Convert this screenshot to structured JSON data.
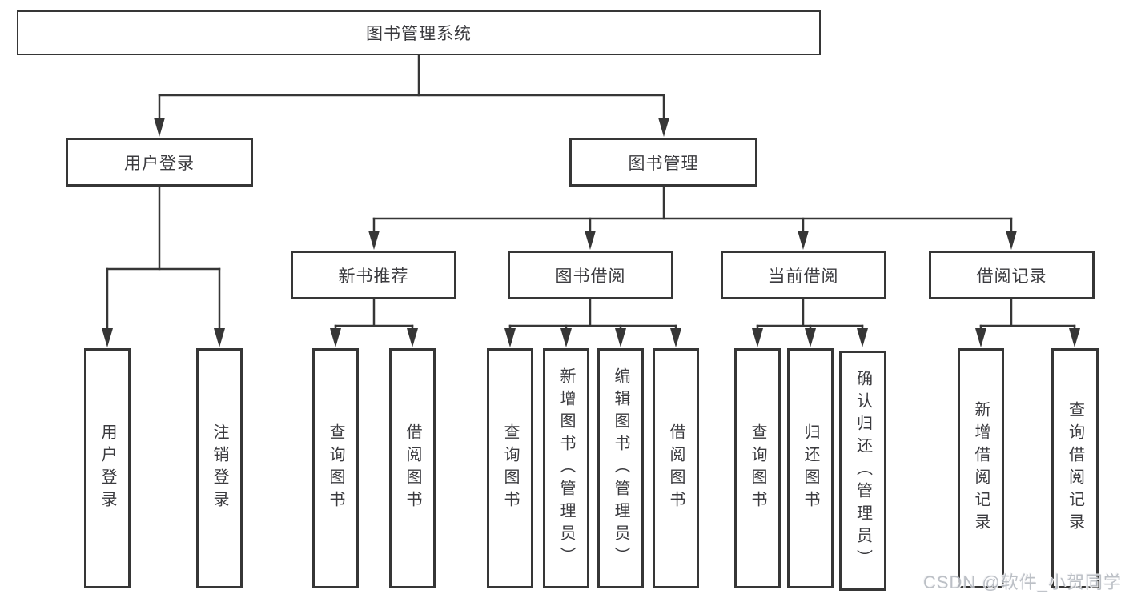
{
  "diagram": {
    "title": "图书管理系统",
    "branches": [
      {
        "label": "用户登录",
        "children": [
          {
            "label": "用户登录"
          },
          {
            "label": "注销登录"
          }
        ]
      },
      {
        "label": "图书管理",
        "children": [
          {
            "label": "新书推荐",
            "children": [
              {
                "label": "查询图书"
              },
              {
                "label": "借阅图书"
              }
            ]
          },
          {
            "label": "图书借阅",
            "children": [
              {
                "label": "查询图书"
              },
              {
                "label": "新增图书（管理员）"
              },
              {
                "label": "编辑图书（管理员）"
              },
              {
                "label": "借阅图书"
              }
            ]
          },
          {
            "label": "当前借阅",
            "children": [
              {
                "label": "查询图书"
              },
              {
                "label": "归还图书"
              },
              {
                "label": "确认归还（管理员）"
              }
            ]
          },
          {
            "label": "借阅记录",
            "children": [
              {
                "label": "新增借阅记录"
              },
              {
                "label": "查询借阅记录"
              }
            ]
          }
        ]
      }
    ]
  },
  "watermark": "CSDN @软件_小贺同学",
  "colors": {
    "line": "#363636",
    "box_border": "#363636",
    "text": "#3b3b3f",
    "watermark": "#b7bbc2",
    "background": "#ffffff"
  }
}
